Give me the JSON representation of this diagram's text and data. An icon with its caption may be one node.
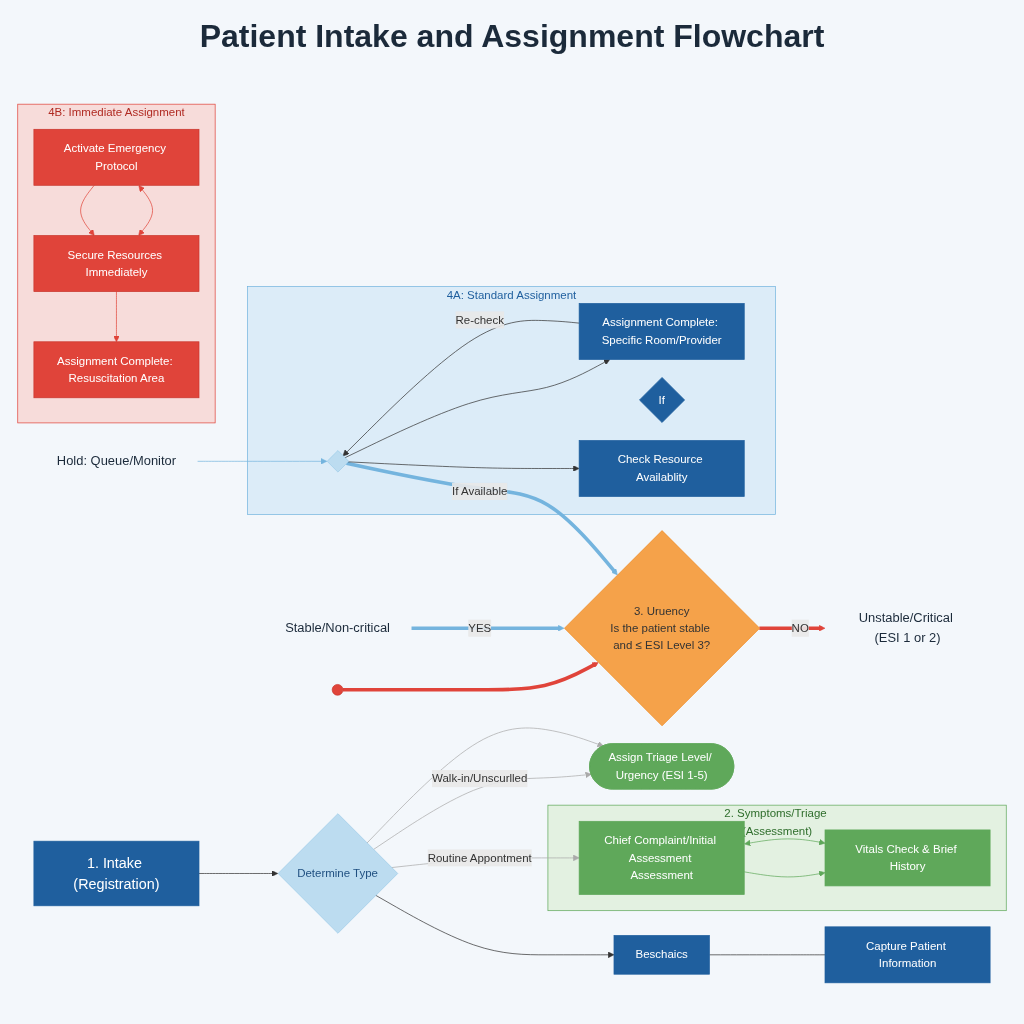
{
  "diagram": {
    "title": "Patient Intake and Assignment Flowchart",
    "nodes": [
      {
        "text": [
          "1. Intake (Registration)"
        ]
      },
      {
        "text": [
          "Capture Patient Information"
        ]
      },
      {
        "text": [
          "Beschaics"
        ]
      },
      {
        "text": [
          "Determine Type"
        ]
      },
      {
        "text": [
          "2. Symptoms/Triage (Assessment)"
        ]
      },
      {
        "text": [
          "Chief Complaint/Initial Assessment Assessment"
        ],
        "in": 4
      },
      {
        "text": [
          "Vitals Check & Brief History"
        ],
        "in": 4
      },
      {
        "text": [
          "Assign Triage Level/ Urgency (ESI 1-5)"
        ]
      },
      {
        "text": [
          "Stable/Non-critical"
        ]
      },
      {
        "text": [
          "3. Uruency",
          "Is the patient stable and ≤ ESI Level 3?"
        ]
      },
      {
        "text": [
          "Unstable/Critical (ESI 1 or 2)"
        ]
      },
      {
        "text": [
          "4A: Standard Assignment"
        ]
      },
      {
        "text": [
          "Check Resource Availablity"
        ],
        "in": 11
      },
      {
        "text": [
          "If"
        ],
        "in": 11
      },
      {
        "text": [],
        "shape": "diamond",
        "in": 11
      },
      {
        "text": [
          "Assignment Complete: Specific Room/Provider"
        ],
        "in": 11
      },
      {
        "text": [
          "4B: Immediate Assignment"
        ]
      },
      {
        "text": [
          "Activate Emergency Protocol"
        ],
        "in": 16
      },
      {
        "text": [
          "Secure Resources Immediately"
        ],
        "in": 16
      },
      {
        "text": [
          "Assignment Complete: Resuscitation Area"
        ],
        "in": 16
      },
      {
        "text": [],
        "shape": "circle"
      },
      {
        "text": [
          "Hold: Queue/Monitor"
        ]
      }
    ],
    "edges": [
      {
        "from": 0,
        "to": 3,
        "arrow": "to"
      },
      {
        "from": 3,
        "to": 2,
        "arrow": "to"
      },
      {
        "from": 2,
        "to": 1,
        "arrow": "none"
      },
      {
        "from": 3,
        "to": 5,
        "arrow": "to",
        "label": "Routine Appontment",
        "color": "#aaaaaa"
      },
      {
        "from": 5,
        "to": 6,
        "arrow": "to",
        "color": "#5fa85a"
      },
      {
        "from": 5,
        "to": 6,
        "arrow": "both",
        "color": "#5fa85a"
      },
      {
        "from": 3,
        "to": 7,
        "arrow": "to",
        "label": "Walk-in/Unscurlled",
        "color": "#aaaaaa"
      },
      {
        "from": 3,
        "to": 7,
        "arrow": "to",
        "color": "#aaaaaa"
      },
      {
        "from": 8,
        "to": 9,
        "arrow": "to",
        "label": "YES",
        "style": "thick",
        "color": "#74b4de"
      },
      {
        "from": 9,
        "to": 10,
        "arrow": "to",
        "label": "NO",
        "style": "thick",
        "color": "#e0443a"
      },
      {
        "from": 14,
        "to": 9,
        "arrow": "to",
        "label": "If Available",
        "style": "thick",
        "color": "#74b4de"
      },
      {
        "from": 20,
        "to": 9,
        "arrow": "to",
        "style": "thick",
        "color": "#e0443a"
      },
      {
        "from": 14,
        "to": 12,
        "arrow": "to"
      },
      {
        "from": 14,
        "to": 15,
        "arrow": "to"
      },
      {
        "from": 15,
        "to": 14,
        "arrow": "to",
        "label": "Re-check"
      },
      {
        "from": 21,
        "to": 14,
        "arrow": "to",
        "color": "#74b4de"
      },
      {
        "from": 17,
        "to": 18,
        "arrow": "to",
        "color": "#e0443a"
      },
      {
        "from": 17,
        "to": 18,
        "arrow": "both",
        "color": "#e0443a"
      },
      {
        "from": 18,
        "to": 19,
        "arrow": "to",
        "color": "#e0443a"
      }
    ]
  }
}
